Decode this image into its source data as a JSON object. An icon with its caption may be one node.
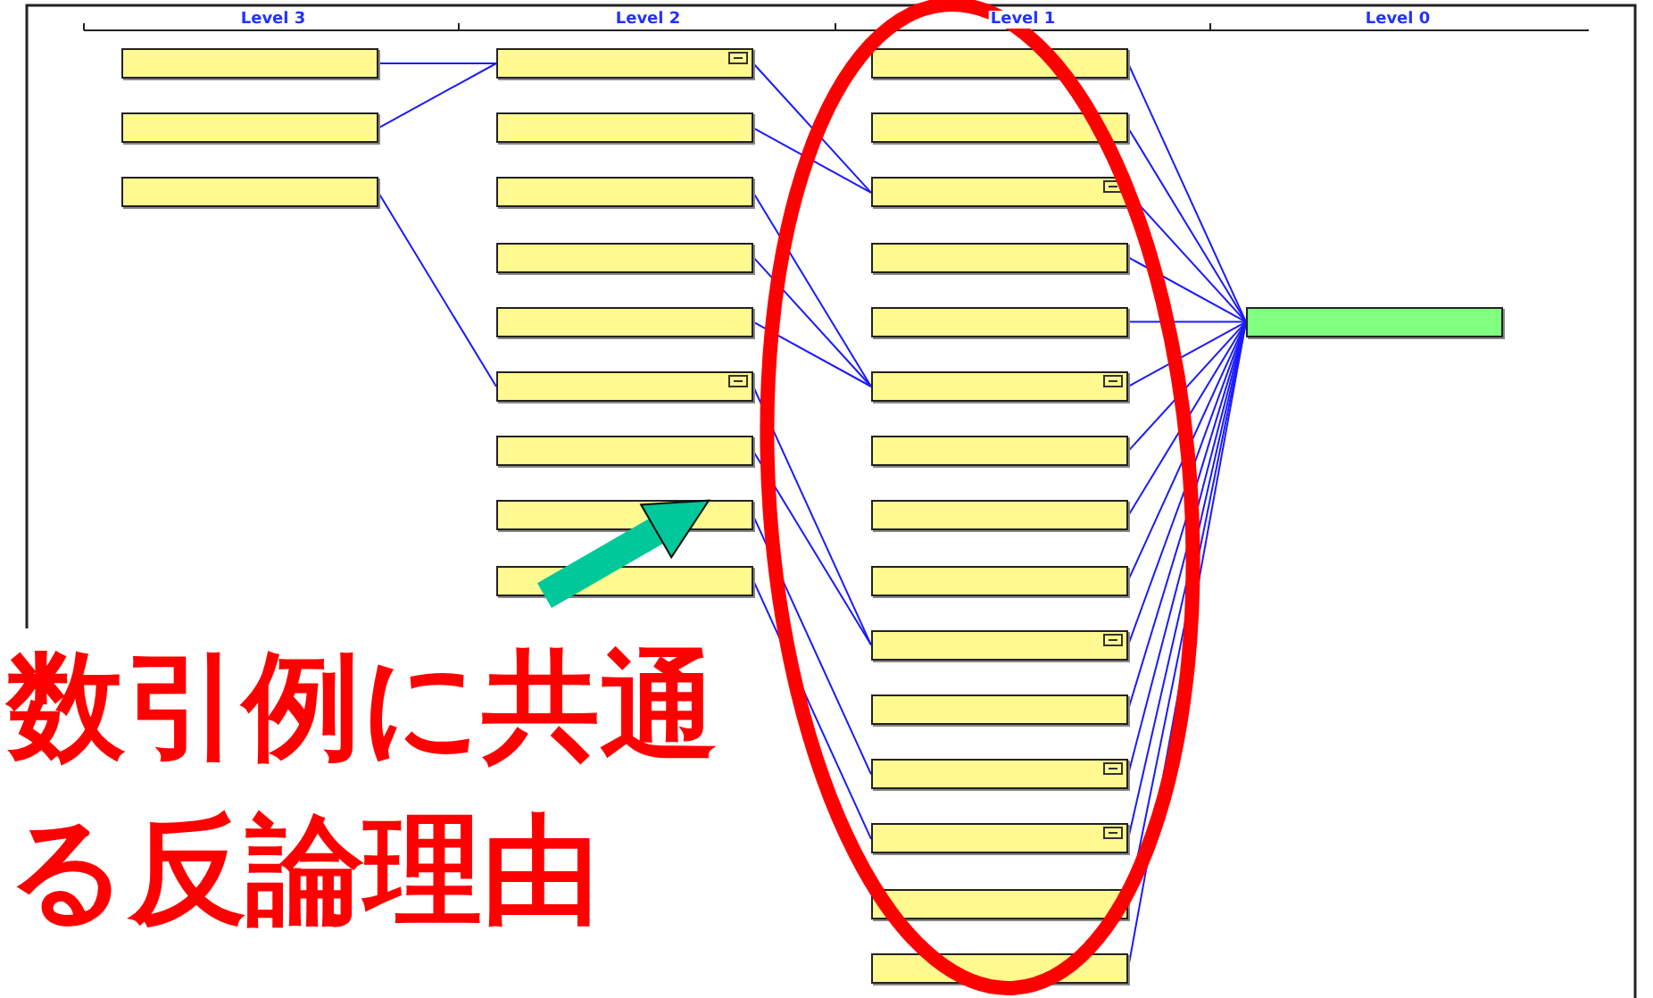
{
  "diagram": {
    "nodes": [
      {
        "text": [],
        "shape": "box"
      },
      {
        "text": [],
        "shape": "box"
      },
      {
        "text": [],
        "shape": "box"
      },
      {
        "text": [],
        "shape": "box"
      },
      {
        "text": [],
        "shape": "box"
      },
      {
        "text": [],
        "shape": "box"
      },
      {
        "text": [],
        "shape": "box"
      },
      {
        "text": [],
        "shape": "box"
      },
      {
        "text": [],
        "shape": "box"
      },
      {
        "text": [],
        "shape": "box"
      },
      {
        "text": [],
        "shape": "box"
      },
      {
        "text": [],
        "shape": "box"
      },
      {
        "text": [],
        "shape": "box"
      },
      {
        "text": [],
        "shape": "box"
      },
      {
        "text": [],
        "shape": "box"
      },
      {
        "text": [],
        "shape": "box"
      },
      {
        "text": [],
        "shape": "box"
      },
      {
        "text": [],
        "shape": "box"
      },
      {
        "text": [],
        "shape": "box"
      },
      {
        "text": [],
        "shape": "box"
      },
      {
        "text": [],
        "shape": "box"
      },
      {
        "text": [],
        "shape": "box"
      },
      {
        "text": [],
        "shape": "box"
      },
      {
        "text": [],
        "shape": "box"
      },
      {
        "text": [],
        "shape": "box"
      },
      {
        "text": [],
        "shape": "box"
      },
      {
        "text": [],
        "shape": "box"
      },
      {
        "text": [],
        "shape": "box"
      }
    ],
    "edges": [
      {
        "from": 0,
        "to": 3,
        "arrow": "none"
      },
      {
        "from": 1,
        "to": 3,
        "arrow": "none"
      },
      {
        "from": 2,
        "to": 8,
        "arrow": "none"
      },
      {
        "from": 3,
        "to": 14,
        "arrow": "none"
      },
      {
        "from": 4,
        "to": 14,
        "arrow": "none"
      },
      {
        "from": 5,
        "to": 17,
        "arrow": "none"
      },
      {
        "from": 6,
        "to": 17,
        "arrow": "none"
      },
      {
        "from": 7,
        "to": 17,
        "arrow": "none"
      },
      {
        "from": 8,
        "to": 21,
        "arrow": "none"
      },
      {
        "from": 9,
        "to": 21,
        "arrow": "none"
      },
      {
        "from": 10,
        "to": 23,
        "arrow": "none"
      },
      {
        "from": 11,
        "to": 24,
        "arrow": "none"
      },
      {
        "from": 12,
        "to": 27,
        "arrow": "none"
      },
      {
        "from": 13,
        "to": 27,
        "arrow": "none"
      },
      {
        "from": 14,
        "to": 27,
        "arrow": "none"
      },
      {
        "from": 15,
        "to": 27,
        "arrow": "none"
      },
      {
        "from": 16,
        "to": 27,
        "arrow": "none"
      },
      {
        "from": 17,
        "to": 27,
        "arrow": "none"
      },
      {
        "from": 18,
        "to": 27,
        "arrow": "none"
      },
      {
        "from": 19,
        "to": 27,
        "arrow": "none"
      },
      {
        "from": 20,
        "to": 27,
        "arrow": "none"
      },
      {
        "from": 21,
        "to": 27,
        "arrow": "none"
      },
      {
        "from": 22,
        "to": 27,
        "arrow": "none"
      },
      {
        "from": 23,
        "to": 27,
        "arrow": "none"
      },
      {
        "from": 24,
        "to": 27,
        "arrow": "none"
      },
      {
        "from": 25,
        "to": 27,
        "arrow": "none"
      },
      {
        "from": 26,
        "to": 27,
        "arrow": "none"
      },
      {
        "from": 11,
        "to": 10,
        "arrow": "to",
        "style": "thick",
        "color": "#00c89a"
      }
    ],
    "labels": [
      "Level 3",
      "Level 2",
      "Level 1",
      "Level 0",
      "数引例に共通",
      "る反論理由"
    ]
  }
}
